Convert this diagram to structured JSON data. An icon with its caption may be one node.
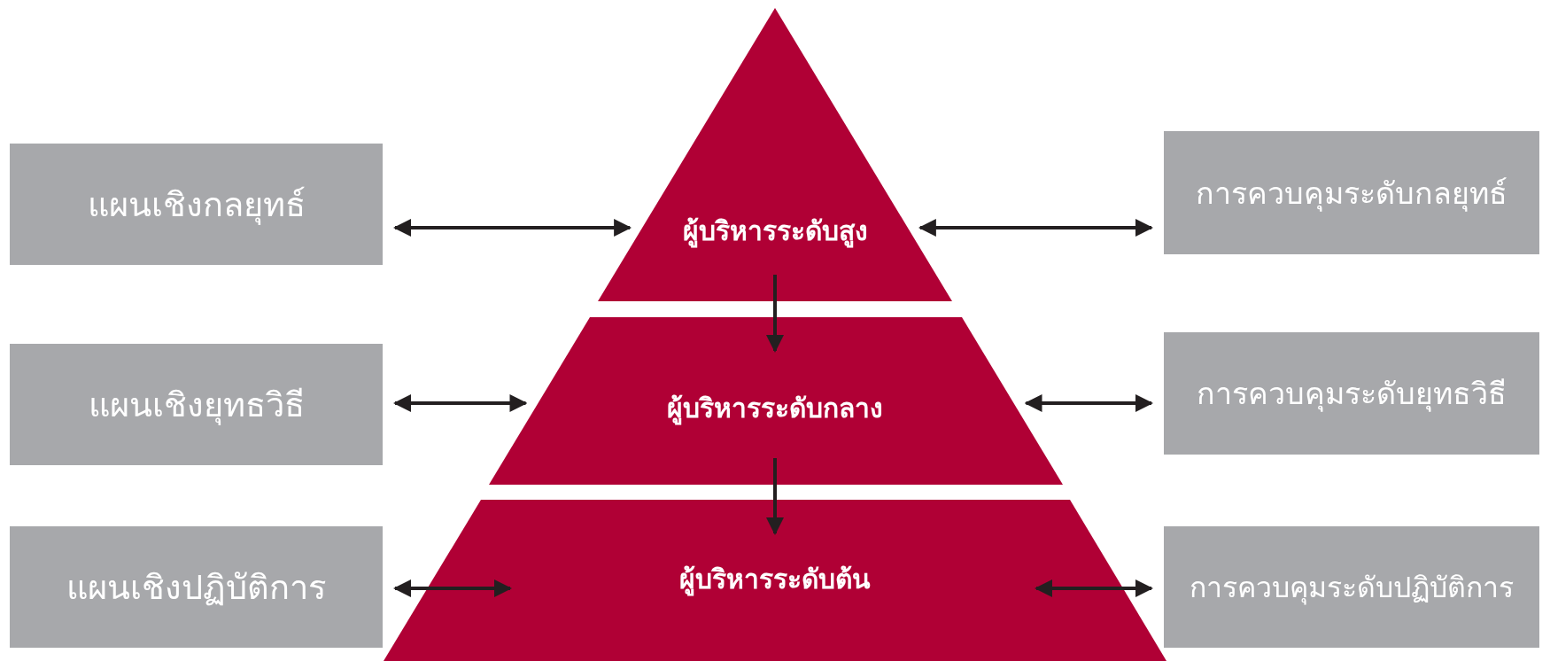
{
  "diagram": {
    "nodes": [
      {
        "text": [
          "แผนเชิงกลยุทธ์"
        ]
      },
      {
        "text": [
          "ผู้บริหารระดับสูง"
        ]
      },
      {
        "text": [
          "การควบคุมระดับกลยุทธ์"
        ]
      },
      {
        "text": [
          "แผนเชิงยุทธวิธี"
        ]
      },
      {
        "text": [
          "ผู้บริหารระดับกลาง"
        ]
      },
      {
        "text": [
          "การควบคุมระดับยุทธวิธี"
        ]
      },
      {
        "text": [
          "แผนเชิงปฏิบัติการ"
        ]
      },
      {
        "text": [
          "ผู้บริหารระดับต้น"
        ]
      },
      {
        "text": [
          "การควบคุมระดับปฏิบัติการ"
        ]
      }
    ],
    "edges": [
      {
        "from": 0,
        "to": 1,
        "arrow": "both"
      },
      {
        "from": 1,
        "to": 2,
        "arrow": "both"
      },
      {
        "from": 1,
        "to": 4,
        "arrow": "to"
      },
      {
        "from": 3,
        "to": 4,
        "arrow": "both"
      },
      {
        "from": 4,
        "to": 5,
        "arrow": "both"
      },
      {
        "from": 4,
        "to": 7,
        "arrow": "to"
      },
      {
        "from": 6,
        "to": 7,
        "arrow": "both"
      },
      {
        "from": 7,
        "to": 8,
        "arrow": "both"
      }
    ]
  }
}
